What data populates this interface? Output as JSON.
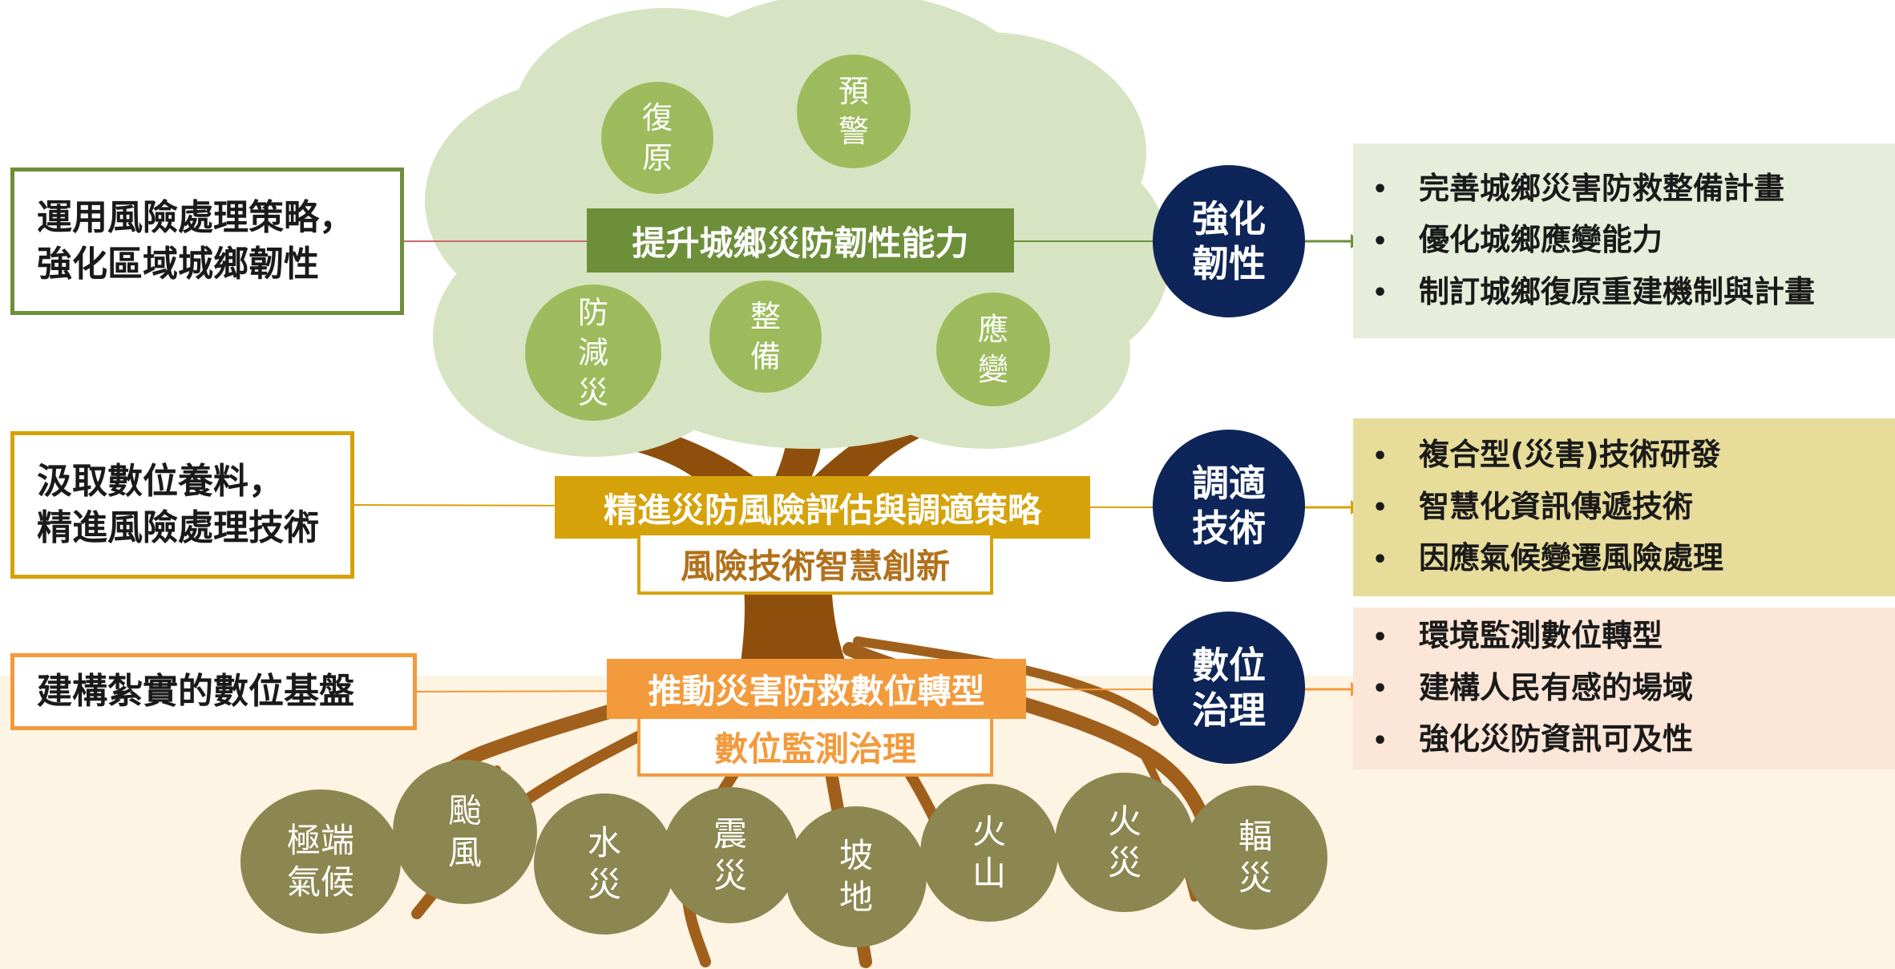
{
  "strategies": [
    {
      "lines": [
        "運用風險處理策略，",
        "強化區域城鄉韌性"
      ],
      "color": "#6e8f3a"
    },
    {
      "lines": [
        "汲取數位養料，",
        "精進風險處理技術"
      ],
      "color": "#d6a20a"
    },
    {
      "lines": [
        "建構紮實的數位基盤"
      ],
      "color": "#f39a3c"
    }
  ],
  "banners": {
    "resilience": "提升城鄉災防韌性能力",
    "technology": "精進災防風險評估與調適策略",
    "technology_sub": "風險技術智慧創新",
    "digital": "推動災害防救數位轉型",
    "digital_sub": "數位監測治理"
  },
  "canopy_circles": [
    {
      "lines": [
        "復",
        "原"
      ]
    },
    {
      "lines": [
        "預",
        "警"
      ]
    },
    {
      "lines": [
        "防",
        "減",
        "災"
      ]
    },
    {
      "lines": [
        "整",
        "備"
      ]
    },
    {
      "lines": [
        "應",
        "變"
      ]
    }
  ],
  "navy_circles": [
    {
      "lines": [
        "強化",
        "韌性"
      ]
    },
    {
      "lines": [
        "調適",
        "技術"
      ]
    },
    {
      "lines": [
        "數位",
        "治理"
      ]
    }
  ],
  "panels": [
    {
      "items": [
        "完善城鄉災害防救整備計畫",
        "優化城鄉應變能力",
        "制訂城鄉復原重建機制與計畫"
      ],
      "color": "#e6eedb"
    },
    {
      "items": [
        "複合型(災害)技術研發",
        "智慧化資訊傳遞技術",
        "因應氣候變遷風險處理"
      ],
      "color": "#e7dc9a"
    },
    {
      "items": [
        "環境監測數位轉型",
        "建構人民有感的場域",
        "強化災防資訊可及性"
      ],
      "color": "#fbe6d8"
    }
  ],
  "hazards": [
    {
      "lines": [
        "極端",
        "氣候"
      ]
    },
    {
      "lines": [
        "颱",
        "風"
      ]
    },
    {
      "lines": [
        "水",
        "災"
      ]
    },
    {
      "lines": [
        "震",
        "災"
      ]
    },
    {
      "lines": [
        "坡",
        "地"
      ]
    },
    {
      "lines": [
        "火",
        "山"
      ]
    },
    {
      "lines": [
        "火",
        "災"
      ]
    },
    {
      "lines": [
        "輻",
        "災"
      ]
    }
  ],
  "colors": {
    "canopy": "#d7e4c3",
    "canopy_circle": "#9dbb5c",
    "trunk": "#8f4f0c",
    "navy": "#0d2558",
    "hazard": "#8c8650",
    "ground": "#fdf4e4"
  }
}
